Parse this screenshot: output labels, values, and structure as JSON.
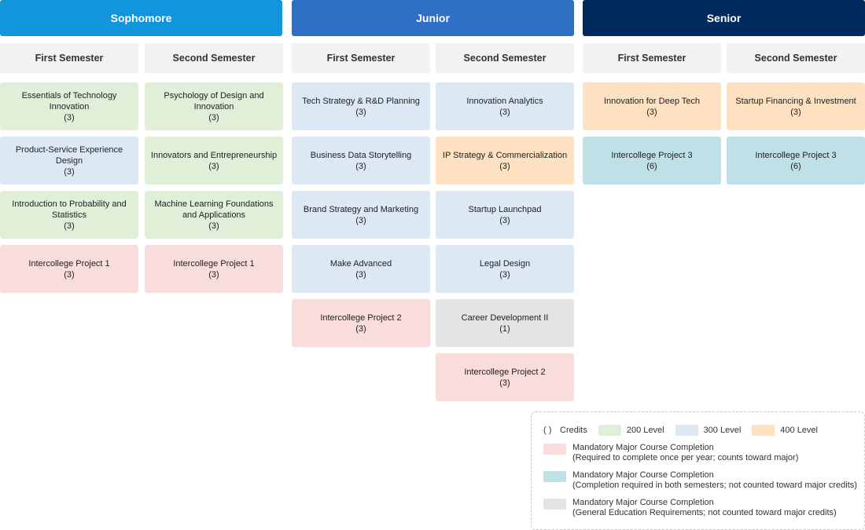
{
  "years": [
    {
      "name": "Sophomore",
      "color": "#1296db"
    },
    {
      "name": "Junior",
      "color": "#2f6fc4"
    },
    {
      "name": "Senior",
      "color": "#002a5e"
    }
  ],
  "semesters": [
    "First Semester",
    "Second Semester"
  ],
  "level_colors": {
    "200": "#e1efd9",
    "300": "#dde8f5",
    "400": "#fde1c0",
    "red": "#f9dcdc",
    "teal": "#bfe0e6",
    "gray": "#e5e4e4"
  },
  "columns": [
    {
      "courses": [
        {
          "name": "Essentials of Technology Innovation",
          "credits": "(3)",
          "kind": "200"
        },
        {
          "name": "Product-Service Experience Design",
          "credits": "(3)",
          "kind": "300"
        },
        {
          "name": "Introduction to Probability and Statistics",
          "credits": "(3)",
          "kind": "200"
        },
        {
          "name": "Intercollege Project 1",
          "credits": "(3)",
          "kind": "red"
        }
      ]
    },
    {
      "courses": [
        {
          "name": "Psychology of Design and Innovation",
          "credits": "(3)",
          "kind": "200"
        },
        {
          "name": "Innovators and Entrepreneurship",
          "credits": "(3)",
          "kind": "200"
        },
        {
          "name": "Machine Learning Foundations and Applications",
          "credits": "(3)",
          "kind": "200"
        },
        {
          "name": "Intercollege Project 1",
          "credits": "(3)",
          "kind": "red"
        }
      ]
    },
    {
      "courses": [
        {
          "name": "Tech Strategy & R&D Planning",
          "credits": "(3)",
          "kind": "300"
        },
        {
          "name": "Business Data Storytelling",
          "credits": "(3)",
          "kind": "300"
        },
        {
          "name": "Brand Strategy and Marketing",
          "credits": "(3)",
          "kind": "300"
        },
        {
          "name": "Make Advanced",
          "credits": "(3)",
          "kind": "300"
        },
        {
          "name": "Intercollege Project 2",
          "credits": "(3)",
          "kind": "red"
        }
      ]
    },
    {
      "courses": [
        {
          "name": "Innovation Analytics",
          "credits": "(3)",
          "kind": "300"
        },
        {
          "name": "IP Strategy & Commercialization",
          "credits": "(3)",
          "kind": "400"
        },
        {
          "name": "Startup Launchpad",
          "credits": "(3)",
          "kind": "300"
        },
        {
          "name": "Legal Design",
          "credits": "(3)",
          "kind": "300"
        },
        {
          "name": "Career Development II",
          "credits": "(1)",
          "kind": "gray"
        },
        {
          "name": "Intercollege Project 2",
          "credits": "(3)",
          "kind": "red"
        }
      ]
    },
    {
      "courses": [
        {
          "name": "Innovation for Deep Tech",
          "credits": "(3)",
          "kind": "400"
        },
        {
          "name": "Intercollege Project 3",
          "credits": "(6)",
          "kind": "teal"
        }
      ]
    },
    {
      "courses": [
        {
          "name": "Startup Financing & Investment",
          "credits": "(3)",
          "kind": "400"
        },
        {
          "name": "Intercollege Project 3",
          "credits": "(6)",
          "kind": "teal"
        }
      ]
    }
  ],
  "legend": {
    "paren": "( )",
    "credits_label": "Credits",
    "level_200": "200 Level",
    "level_300": "300 Level",
    "level_400": "400 Level",
    "items": [
      {
        "title": "Mandatory Major Course Completion",
        "note": "(Required to complete once per year; counts toward major)",
        "kind": "red"
      },
      {
        "title": "Mandatory Major Course Completion",
        "note": "(Completion required in both semesters; not counted toward major credits)",
        "kind": "teal"
      },
      {
        "title": "Mandatory Major Course Completion",
        "note": "(General Education Requirements; not counted toward major credits)",
        "kind": "gray"
      }
    ]
  }
}
